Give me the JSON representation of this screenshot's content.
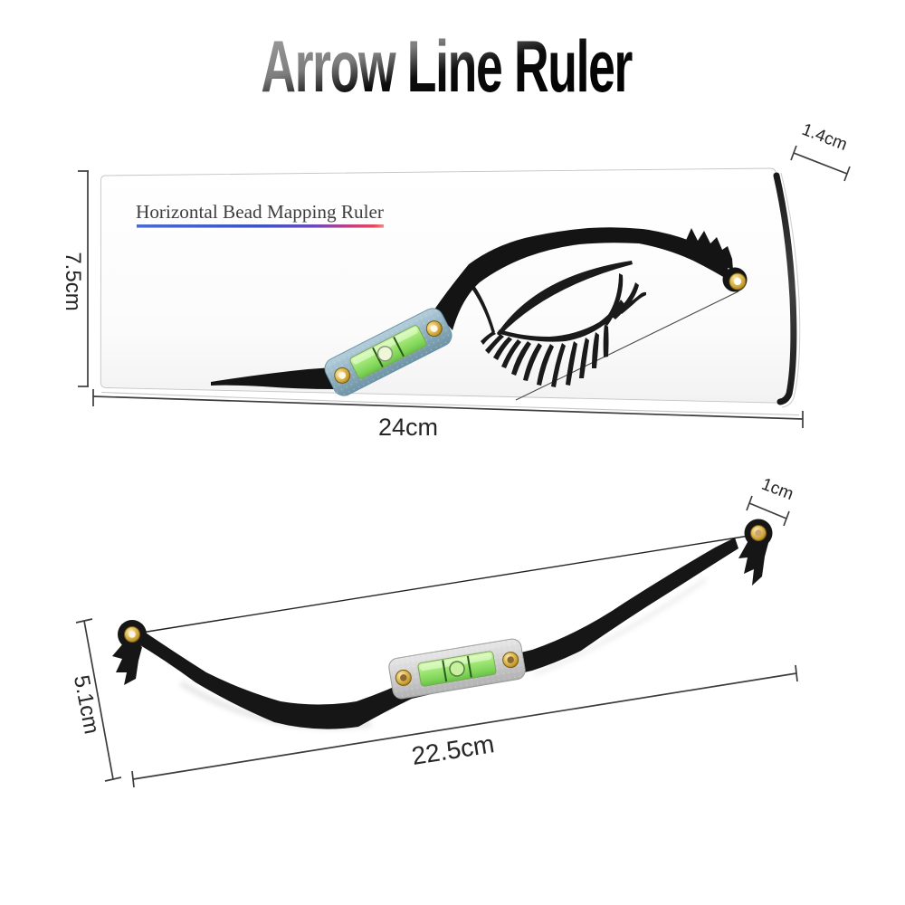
{
  "title": "Arrow Line Ruler",
  "box": {
    "print_title": "Horizontal Bead Mapping Ruler",
    "width_label": "24cm",
    "height_label": "7.5cm",
    "depth_label": "1.4cm"
  },
  "ruler": {
    "width_label": "22.5cm",
    "height_label": "5.1cm",
    "tip_label": "1cm"
  },
  "colors": {
    "vial_green": "#8edc6a",
    "brass": "#c9a23a",
    "print_rule_start": "#4a6bd3",
    "print_rule_end": "#e4475c",
    "ruler_black": "#181818"
  }
}
